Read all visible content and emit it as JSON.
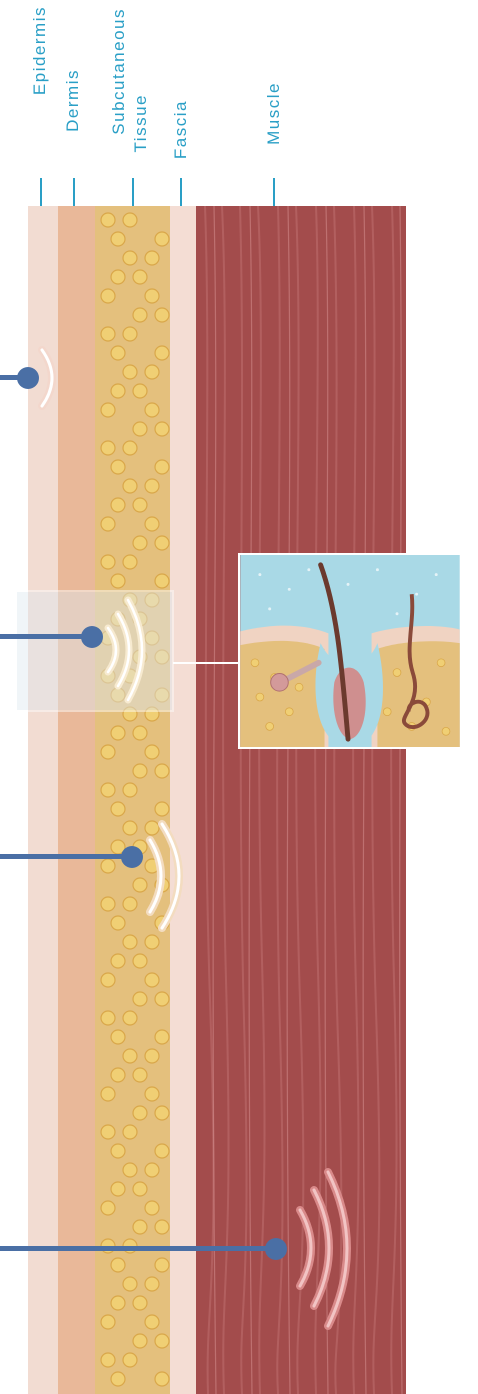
{
  "labels": {
    "epidermis": "Epidermis",
    "dermis": "Dermis",
    "subcutaneous_1": "Subcutaneous",
    "subcutaneous_2": "Tissue",
    "fascia": "Fascia",
    "muscle": "Muscle"
  },
  "colors": {
    "label": "#2a9fc6",
    "epidermis": "#f2dcd2",
    "dermis": "#e9b899",
    "subcutaneous": "#e4c07d",
    "fat_globule": "#f0cf74",
    "fascia": "#f4ddd4",
    "muscle": "#a34c4c",
    "probe": "#4a6fa5",
    "inset_fluid": "#a9d9e6"
  }
}
